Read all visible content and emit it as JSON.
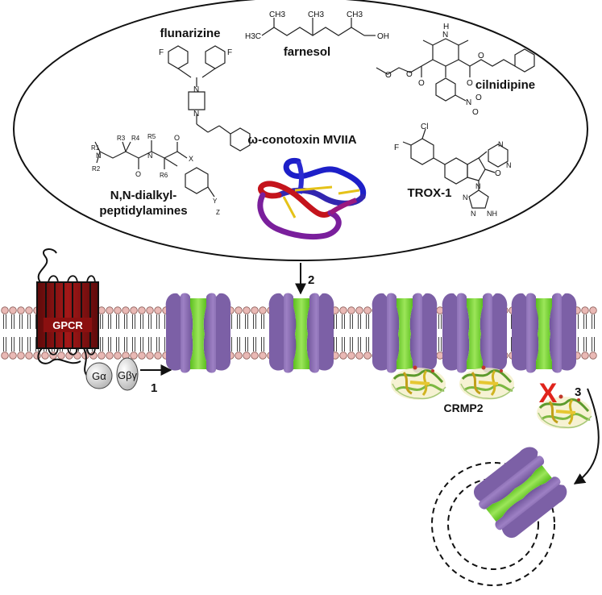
{
  "drugs": {
    "flunarizine": "flunarizine",
    "farnesol": "farnesol",
    "cilnidipine": "cilnidipine",
    "conotoxin": "ω-conotoxin MVIIA",
    "peptidylamines_line1": "N,N-dialkyl-",
    "peptidylamines_line2": "peptidylamines",
    "trox1": "TROX-1"
  },
  "atoms": {
    "f1": "F",
    "f2": "F",
    "n1": "N",
    "n2": "N",
    "h3c": "H3C",
    "ch3a": "CH3",
    "ch3b": "CH3",
    "ch3c": "CH3",
    "oh": "OH",
    "nh_cil": "N",
    "h_cil": "H",
    "o_cil1": "O",
    "o_cil2": "O",
    "o_cil3": "O",
    "o_cil4": "O",
    "o_cil5": "O",
    "no2": "N",
    "no2_o": "O",
    "no2_o2": "O",
    "pep_r1": "R1",
    "pep_r2": "R2",
    "pep_r3": "R3",
    "pep_r4": "R4",
    "pep_r5": "R5",
    "pep_r6": "R6",
    "pep_n1": "N",
    "pep_n2": "N",
    "pep_o1": "O",
    "pep_o2": "O",
    "pep_x": "X",
    "pep_y": "Y",
    "pep_z": "Z",
    "trox_f": "F",
    "trox_cl": "Cl",
    "trox_n1": "N",
    "trox_n2": "N",
    "trox_n3": "N",
    "trox_o": "O",
    "trox_nh": "NH",
    "trox_n4": "N",
    "trox_n5": "N"
  },
  "labels": {
    "gpcr": "GPCR",
    "g_alpha": "Gα",
    "g_betagamma": "Gβγ",
    "crmp2": "CRMP2",
    "step1": "1",
    "step2": "2",
    "step3": "3",
    "blocked_mark": "X"
  },
  "colors": {
    "channel_purple": "#8a6bb0",
    "channel_green": "#7ed63a",
    "gpcr_red": "#8b1010",
    "lipid_head": "#e9b9b5",
    "block_red": "#e0241c"
  }
}
